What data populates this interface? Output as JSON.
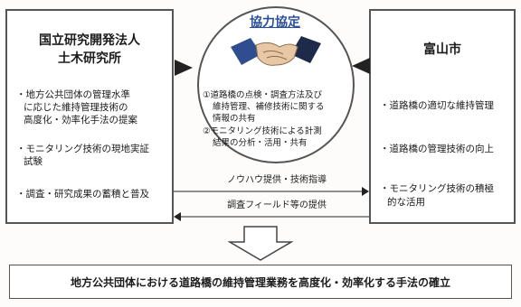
{
  "left": {
    "title_line1": "国立研究開発法人",
    "title_line2": "土木研究所",
    "items": [
      [
        "・地方公共団体の管理水準",
        "に応じた維持管理技術の",
        "高度化・効率化手法の提案"
      ],
      [
        "・モニタリング技術の現地実証",
        "試験"
      ],
      [
        "・調査・研究成果の蓄積と普及"
      ]
    ]
  },
  "center": {
    "title": "協力協定",
    "items": [
      [
        "①道路橋の点検・調査方法及び",
        "維持管理、補修技術に関する",
        "情報の共有"
      ],
      [
        "②モニタリング技術による計測",
        "結果の分析・活用・共有"
      ]
    ]
  },
  "right": {
    "title": "富山市",
    "items": [
      [
        "・道路橋の適切な維持管理"
      ],
      [
        "・道路橋の管理技術の向上"
      ],
      [
        "・モニタリング技術の積極",
        "的な活用"
      ]
    ]
  },
  "flows": {
    "to_right": "ノウハウ提供・技術指導",
    "to_left": "調査フィールド等の提供"
  },
  "result": "地方公共団体における道路橋の維持管理業務を高度化・効率化する手法の確立",
  "colors": {
    "center_title": "#2a4f9c",
    "border": "#555555",
    "arrow": "#222222"
  },
  "icons": {
    "handshake": "handshake-icon"
  }
}
